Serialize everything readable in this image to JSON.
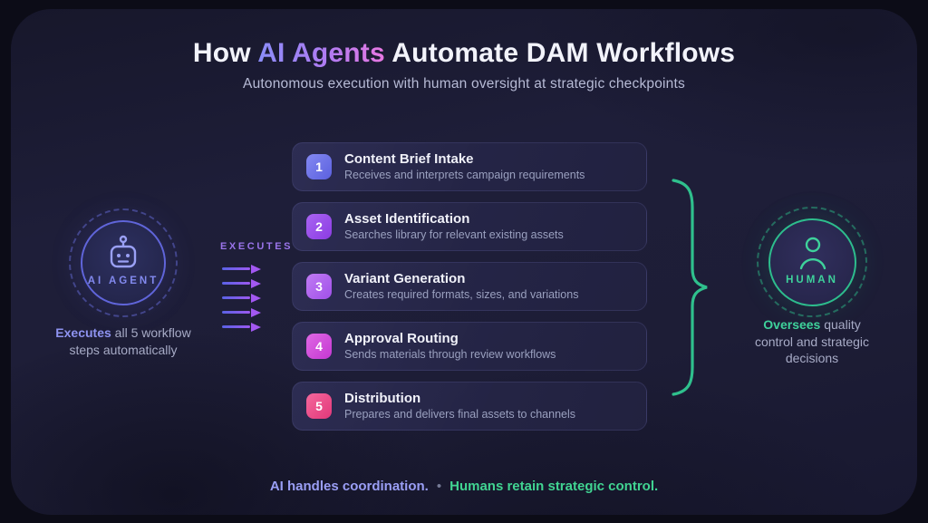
{
  "header": {
    "title_prefix": "How ",
    "title_highlight": "AI Agents",
    "title_suffix": " Automate DAM Workflows",
    "subtitle": "Autonomous execution with human oversight at strategic checkpoints"
  },
  "agent": {
    "label": "AI AGENT",
    "caption_bold": "Executes",
    "caption_line1_rest": " all 5 workflow",
    "caption_line2": "steps automatically"
  },
  "flow": {
    "label": "EXECUTES",
    "arrow_count": 5
  },
  "steps": [
    {
      "num": "1",
      "title": "Content Brief Intake",
      "desc": "Receives and interprets campaign requirements",
      "badge_from": "#8489f2",
      "badge_to": "#5b60de"
    },
    {
      "num": "2",
      "title": "Asset Identification",
      "desc": "Searches library for relevant existing assets",
      "badge_from": "#a964f2",
      "badge_to": "#8b3ce2"
    },
    {
      "num": "3",
      "title": "Variant Generation",
      "desc": "Creates required formats, sizes, and variations",
      "badge_from": "#c07bf4",
      "badge_to": "#a050e8"
    },
    {
      "num": "4",
      "title": "Approval Routing",
      "desc": "Sends materials through review workflows",
      "badge_from": "#df68e4",
      "badge_to": "#c438d2"
    },
    {
      "num": "5",
      "title": "Distribution",
      "desc": "Prepares and delivers final assets to channels",
      "badge_from": "#f4689c",
      "badge_to": "#e2387a"
    }
  ],
  "human": {
    "label": "HUMAN",
    "caption_bold": "Oversees",
    "caption_line1_rest": " quality",
    "caption_line2": "control and strategic",
    "caption_line3": "decisions"
  },
  "footer": {
    "ai_text": "AI handles coordination.",
    "separator": "•",
    "human_text": "Humans retain strategic control."
  },
  "colors": {
    "accent_purple": "#8a8df8",
    "accent_pink": "#e878e2",
    "accent_green": "#2fc08d",
    "panel_bg": "#1d1d36",
    "card_bg": "#262648"
  }
}
